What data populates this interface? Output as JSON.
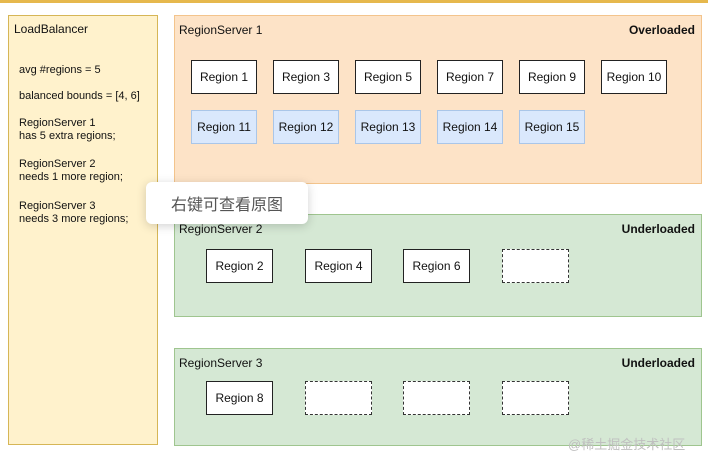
{
  "load_balancer": {
    "title": "LoadBalancer",
    "lines": [
      "avg #regions = 5",
      "balanced bounds = [4, 6]",
      "RegionServer 1",
      "has 5 extra regions;",
      "RegionServer 2",
      "needs 1 more region;",
      "RegionServer 3",
      "needs 3 more regions;"
    ]
  },
  "servers": [
    {
      "name": "RegionServer 1",
      "status": "Overloaded",
      "color": "#fde3c7",
      "regions": [
        "Region 1",
        "Region 3",
        "Region 5",
        "Region 7",
        "Region 9",
        "Region 10"
      ],
      "extra_regions": [
        "Region 11",
        "Region 12",
        "Region 13",
        "Region 14",
        "Region 15"
      ],
      "empty_slots": 0
    },
    {
      "name": "RegionServer 2",
      "status": "Underloaded",
      "color": "#d5e8d4",
      "regions": [
        "Region 2",
        "Region 4",
        "Region 6"
      ],
      "extra_regions": [],
      "empty_slots": 1
    },
    {
      "name": "RegionServer 3",
      "status": "Underloaded",
      "color": "#d5e8d4",
      "regions": [
        "Region 8"
      ],
      "extra_regions": [],
      "empty_slots": 3
    }
  ],
  "tooltip": "右键可查看原图",
  "watermark": "@稀土掘金技术社区",
  "colors": {
    "loadbalancer_fill": "#fff2cc",
    "extra_region_fill": "#dae8fc"
  }
}
